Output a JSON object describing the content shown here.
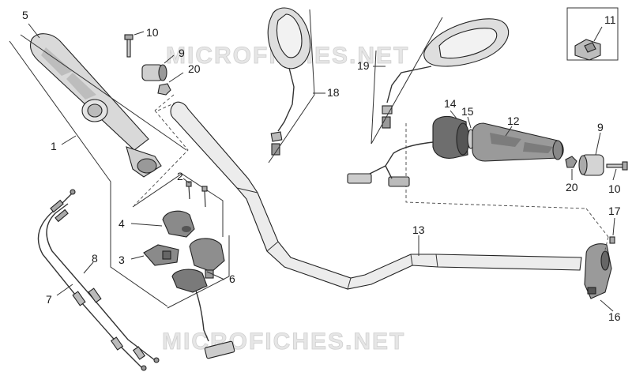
{
  "watermark": "MICROFICHES.NET",
  "callouts": {
    "c1": "1",
    "c2": "2",
    "c3": "3",
    "c4": "4",
    "c5": "5",
    "c6": "6",
    "c7": "7",
    "c8": "8",
    "c9a": "9",
    "c9b": "9",
    "c10a": "10",
    "c10b": "10",
    "c11": "11",
    "c12": "12",
    "c13": "13",
    "c14": "14",
    "c15": "15",
    "c16": "16",
    "c17": "17",
    "c18": "18",
    "c19": "19",
    "c20a": "20",
    "c20b": "20"
  }
}
